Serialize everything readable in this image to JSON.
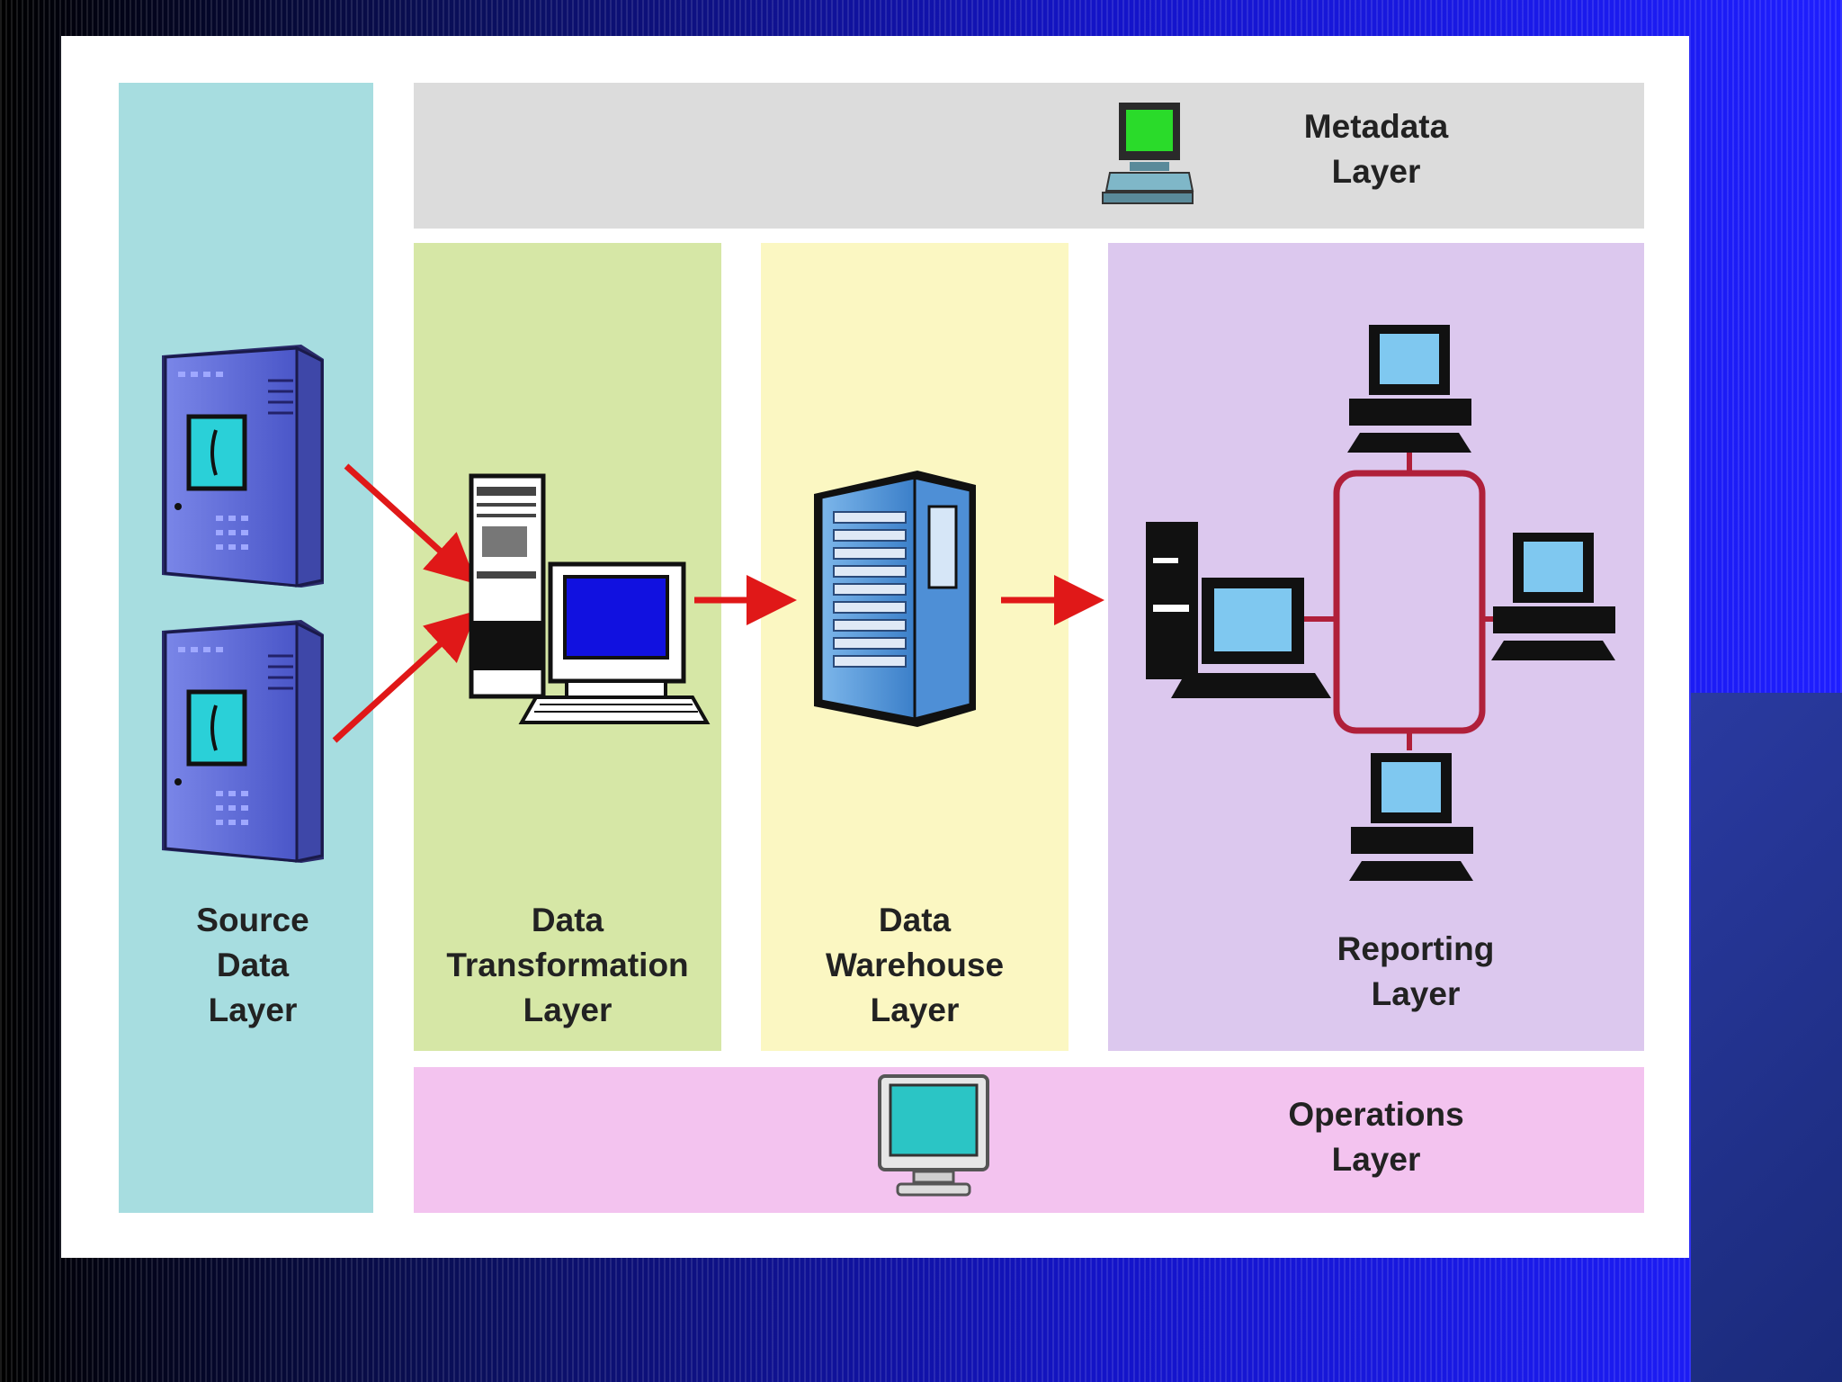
{
  "layers": {
    "source": {
      "lines": [
        "Source",
        "Data",
        "Layer"
      ]
    },
    "transform": {
      "lines": [
        "Data",
        "Transformation",
        "Layer"
      ]
    },
    "warehouse": {
      "lines": [
        "Data",
        "Warehouse",
        "Layer"
      ]
    },
    "reporting": {
      "lines": [
        "Reporting",
        "Layer"
      ]
    },
    "metadata": {
      "lines": [
        "Metadata",
        "Layer"
      ]
    },
    "operations": {
      "lines": [
        "Operations",
        "Layer"
      ]
    }
  },
  "colors": {
    "source_band": "#a7dde0",
    "metadata_band": "#dcdcdc",
    "transform_band": "#d6e7a6",
    "warehouse_band": "#fbf7c2",
    "reporting_band": "#dcc8ee",
    "operations_band": "#f3c3ef",
    "arrow": "#e01818",
    "network_ring": "#b0203a"
  },
  "icons": [
    "server-icon",
    "workstation-icon",
    "data-warehouse-server-icon",
    "client-computer-icon",
    "metadata-computer-icon",
    "operations-monitor-icon"
  ]
}
